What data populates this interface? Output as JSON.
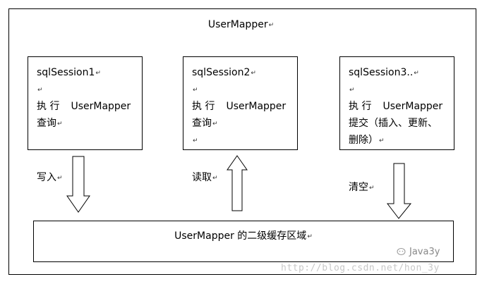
{
  "title": "UserMapper",
  "return_mark": "↵",
  "sessions": [
    {
      "name": "sqlSession1",
      "action_verb": "执 行",
      "action_target": "UserMapper",
      "action_rest": [
        "查询"
      ]
    },
    {
      "name": "sqlSession2",
      "action_verb": "执 行",
      "action_target": "UserMapper",
      "action_rest": [
        "查询"
      ]
    },
    {
      "name": "sqlSession3..",
      "action_verb": "执 行",
      "action_target": "UserMapper",
      "action_rest": [
        "提交（插入、更新、",
        "删除）"
      ]
    }
  ],
  "arrows": {
    "write_label": "写入",
    "read_label": "读取",
    "clear_label": "清空"
  },
  "cache_label": "UserMapper 的二级缓存区域",
  "watermark": "http://blog.csdn.net/hon_3y",
  "brand": "Java3y"
}
